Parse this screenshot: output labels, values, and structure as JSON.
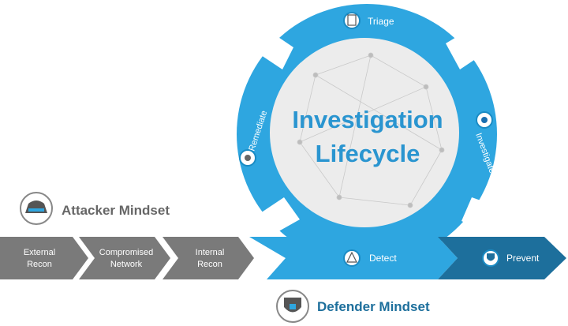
{
  "center": {
    "line1": "Investigation",
    "line2": "Lifecycle"
  },
  "lifecycle": {
    "triage": "Triage",
    "investigate": "Investigate",
    "remediate": "Remediate",
    "detect": "Detect",
    "prevent": "Prevent"
  },
  "attacker": {
    "title": "Attacker Mindset",
    "icon": "hat-icon",
    "steps": [
      {
        "line1": "External",
        "line2": "Recon"
      },
      {
        "line1": "Compromised",
        "line2": "Network"
      },
      {
        "line1": "Internal",
        "line2": "Recon"
      }
    ]
  },
  "defender": {
    "title": "Defender Mindset",
    "icon": "shield-lock-icon"
  },
  "colors": {
    "blue": "#2ea6e0",
    "blue_dark": "#1a8bc4",
    "navy": "#1d6f9c",
    "gray_arrow": "#7a7a7a",
    "title_blue": "#2a95d0",
    "center_fill": "#ececec",
    "gray_text": "#666666"
  }
}
